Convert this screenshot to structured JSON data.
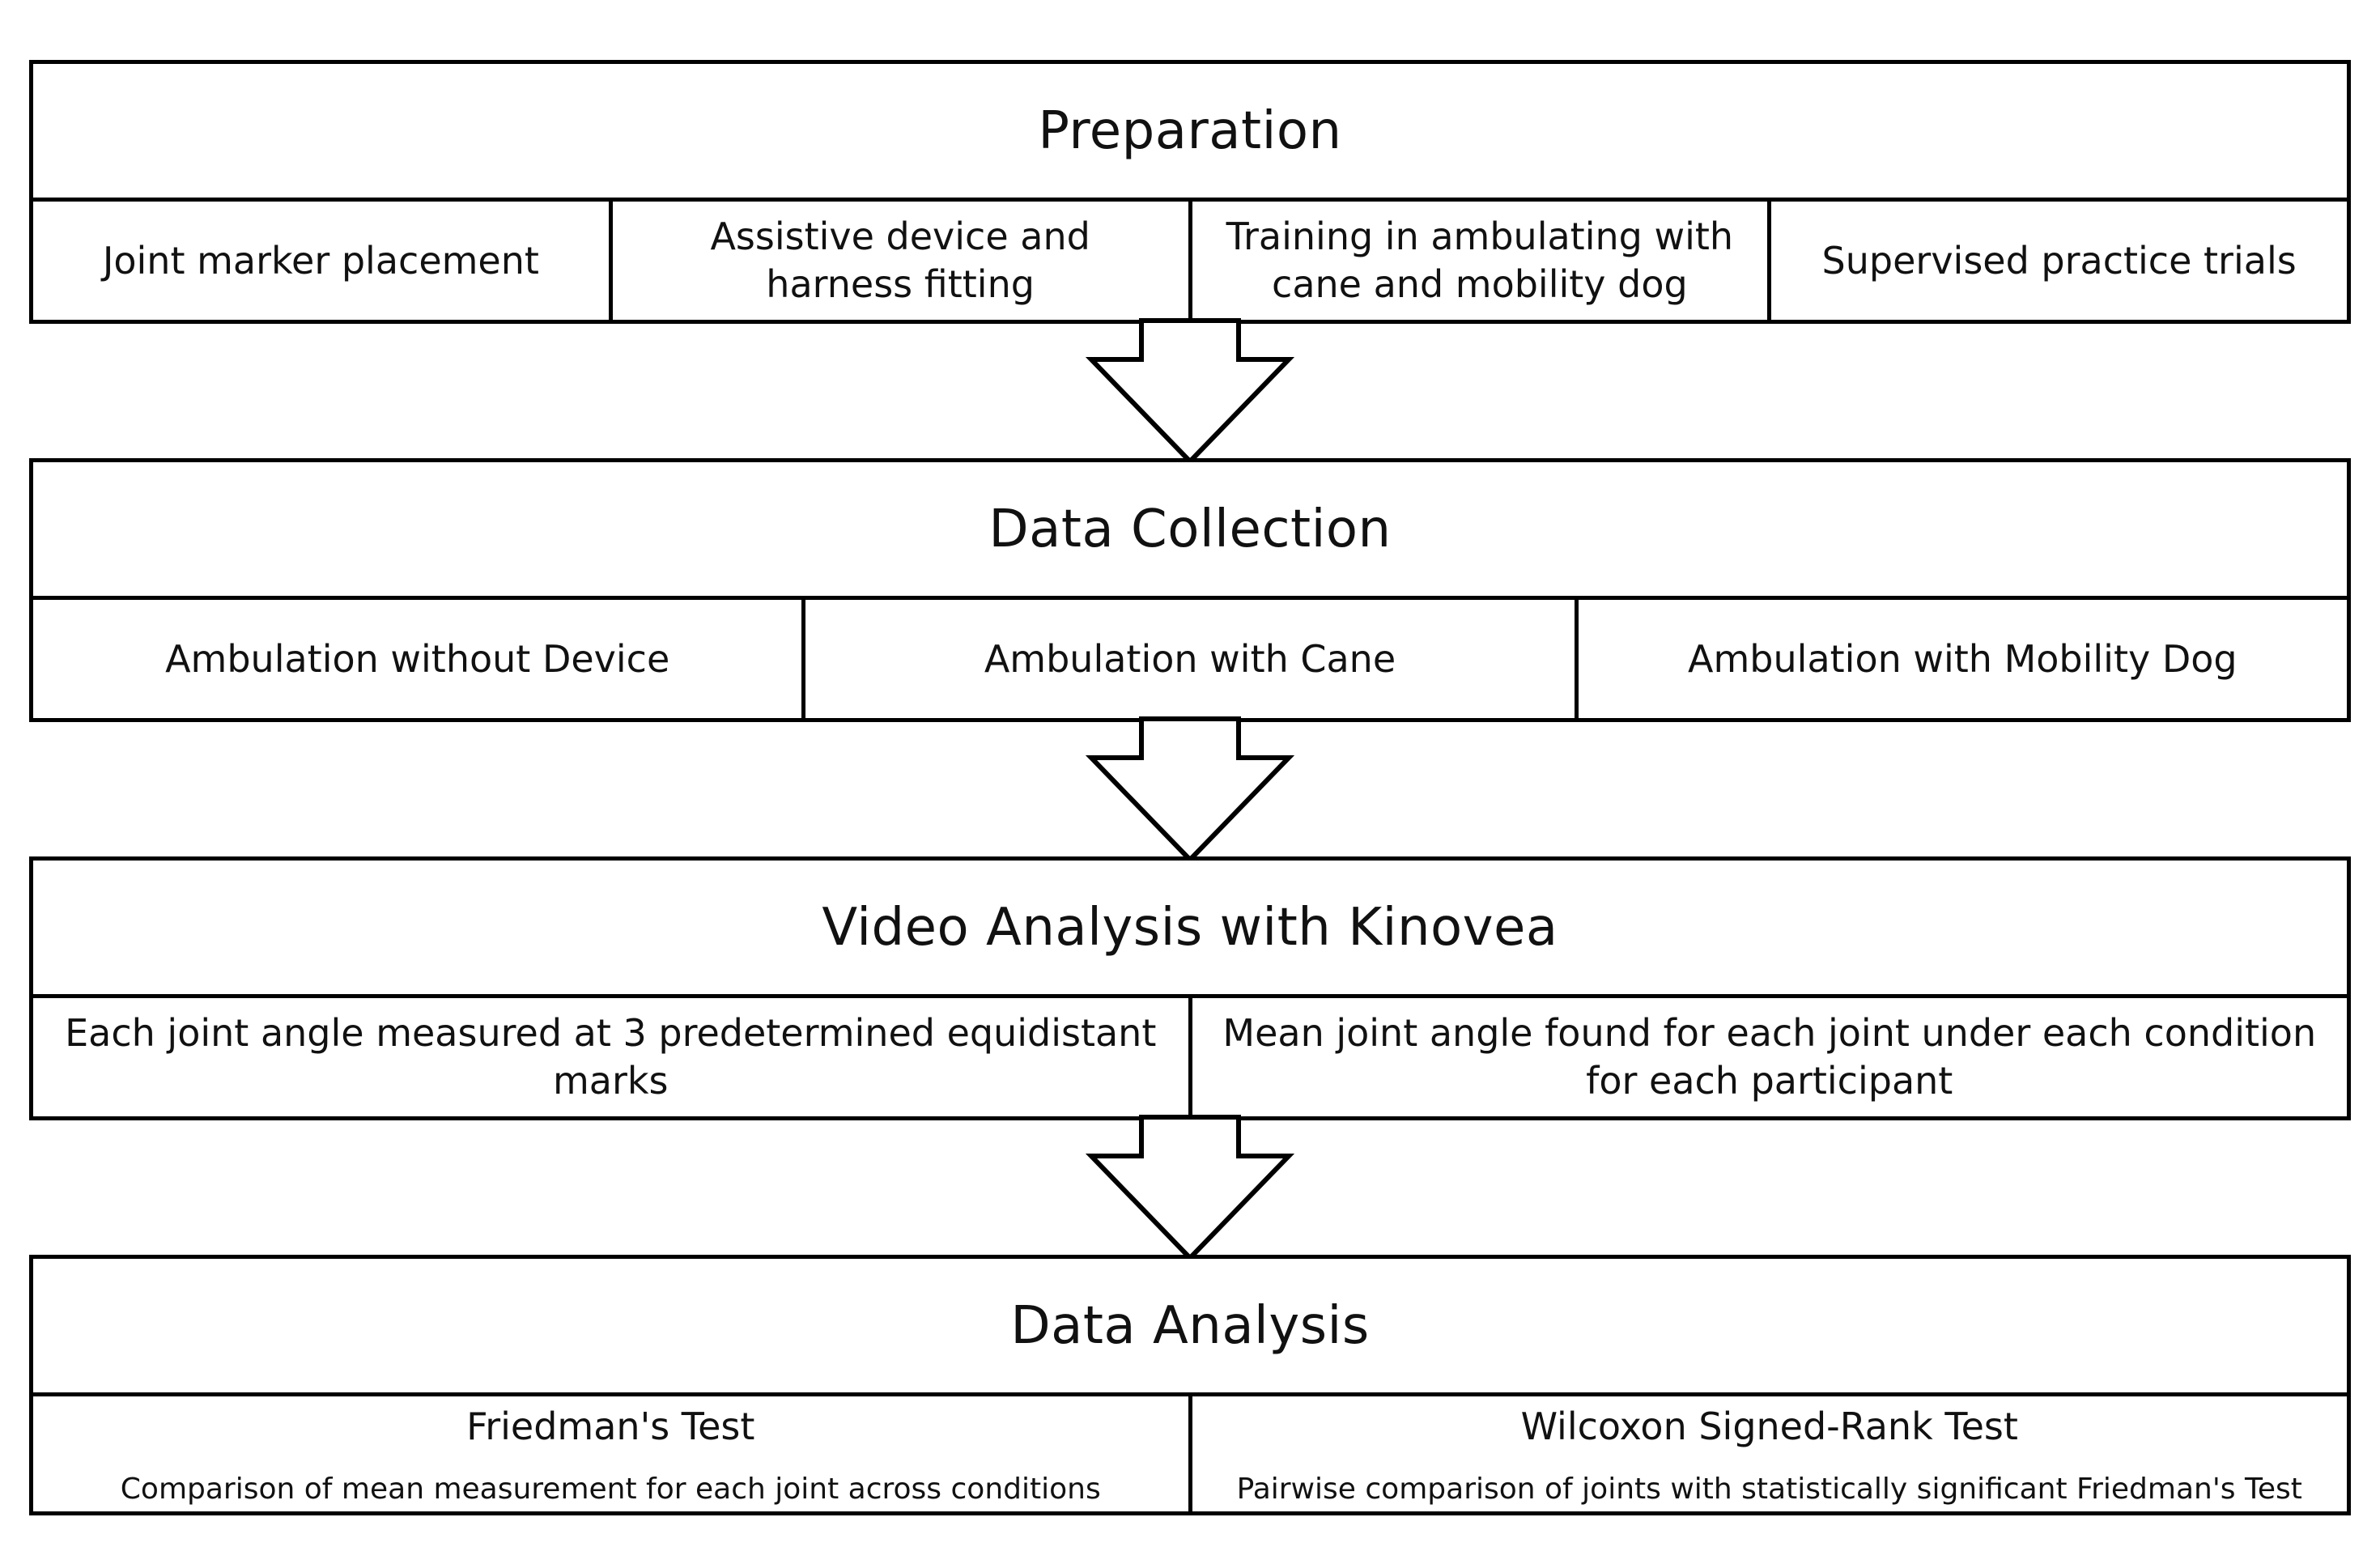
{
  "stages": [
    {
      "title": "Preparation",
      "steps": [
        "Joint marker placement",
        "Assistive device and harness fitting",
        "Training in ambulating with cane and mobility dog",
        "Supervised practice trials"
      ]
    },
    {
      "title": "Data Collection",
      "steps": [
        "Ambulation without Device",
        "Ambulation with Cane",
        "Ambulation with Mobility Dog"
      ]
    },
    {
      "title": "Video Analysis with Kinovea",
      "steps": [
        "Each joint angle measured at 3 predetermined equidistant marks",
        "Mean joint angle found for each joint under each condition for each participant"
      ]
    },
    {
      "title": "Data Analysis",
      "tests": [
        {
          "name": "Friedman's Test",
          "description": "Comparison of mean measurement for each joint across conditions"
        },
        {
          "name": "Wilcoxon Signed-Rank Test",
          "description": "Pairwise comparison of joints with statistically significant Friedman's Test"
        }
      ]
    }
  ]
}
